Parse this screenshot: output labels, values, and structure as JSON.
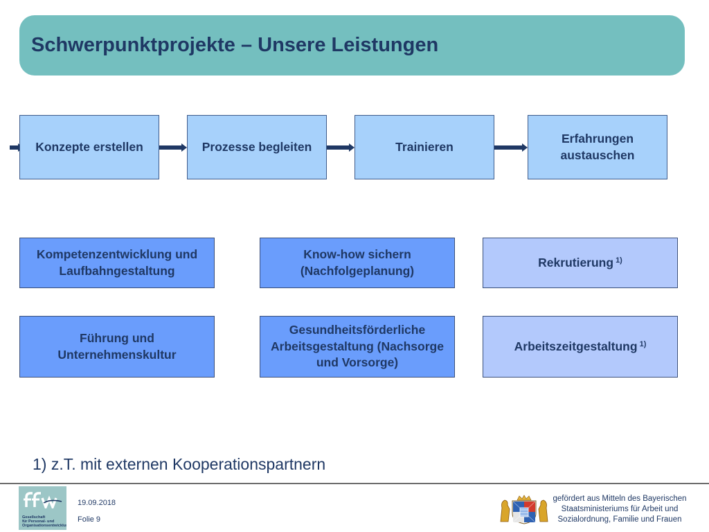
{
  "header": {
    "title": "Schwerpunktprojekte – Unsere Leistungen"
  },
  "process_steps": [
    {
      "label": "Konzepte erstellen"
    },
    {
      "label": "Prozesse begleiten"
    },
    {
      "label": "Trainieren"
    },
    {
      "label": "Erfahrungen austauschen"
    }
  ],
  "services": {
    "row1": [
      {
        "label": "Kompetenzentwicklung und Laufbahngestaltung"
      },
      {
        "label": "Know-how sichern (Nachfolgeplanung)"
      },
      {
        "label": "Rekrutierung",
        "note": "1)"
      }
    ],
    "row2": [
      {
        "label": "Führung und Unternehmenskultur"
      },
      {
        "label": "Gesundheitsförderliche Arbeitsgestaltung (Nachsorge und Vorsorge)"
      },
      {
        "label": "Arbeitszeitgestaltung",
        "note": "1)"
      }
    ]
  },
  "footnote": "1) z.T. mit externen Kooperationspartnern",
  "footer": {
    "logo_text": "ffw",
    "logo_subtitle": "Gesellschaft für Personal- und Organisationsentwicklung",
    "date": "19.09.2018",
    "slide": "Folie 9",
    "funding_text": "gefördert aus Mitteln des Bayerischen Staatsministeriums für Arbeit und Sozialordnung, Familie und Frauen"
  },
  "colors": {
    "title_bar": "#74bfbf",
    "text": "#1f3864",
    "process_box": "#a7d1fb",
    "service_mid": "#6a9dfc",
    "service_light": "#b3c9fc",
    "logo_bg": "#9cc6c6"
  }
}
